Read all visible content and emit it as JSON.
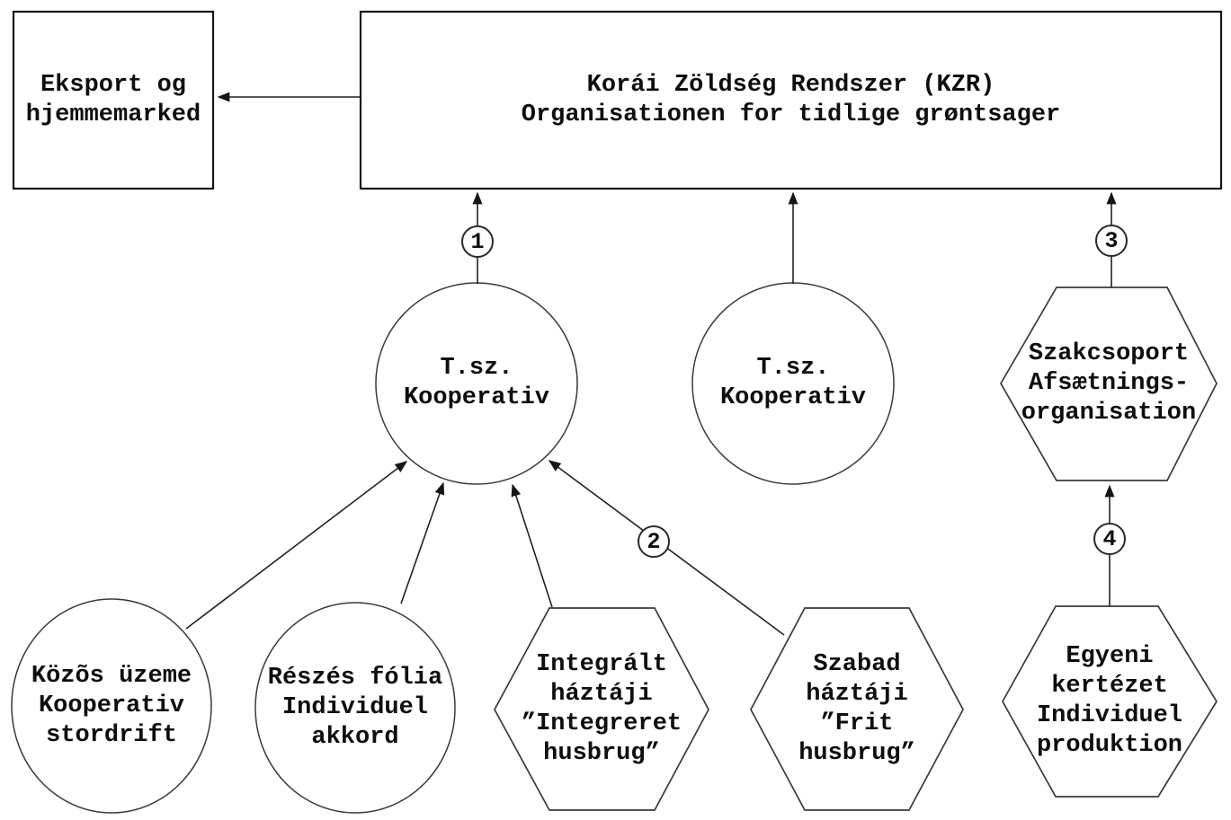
{
  "nodes": {
    "export_box": "Eksport og\nhjemmemarked",
    "kzr_box": "Korái Zöldség Rendszer (KZR)\nOrganisationen for tidlige grøntsager",
    "tsz_kooperativ_1": "T.sz.\nKooperativ",
    "tsz_kooperativ_2": "T.sz.\nKooperativ",
    "szakcsoport_hex": "Szakcsoport\nAfsætnings-\norganisation",
    "kozos_circle": "Közõs üzeme\nKooperativ\nstordrift",
    "reszes_circle": "Részés fólia\nIndividuel\nakkord",
    "integralt_hex": "Integrált\nháztáji\n”Integreret\nhusbrug”",
    "szabad_hex": "Szabad\nháztáji\n”Frit\nhusbrug”",
    "egyeni_hex": "Egyeni\nkertézet\nIndividuel\nproduktion"
  },
  "badges": {
    "b1": "1",
    "b2": "2",
    "b3": "3",
    "b4": "4"
  },
  "colors": {
    "background": "#ffffff",
    "shape_stroke": "#3a3a3a",
    "arrow_stroke": "#222222",
    "rect_stroke": "#161616",
    "text": "#0e0e0e"
  }
}
